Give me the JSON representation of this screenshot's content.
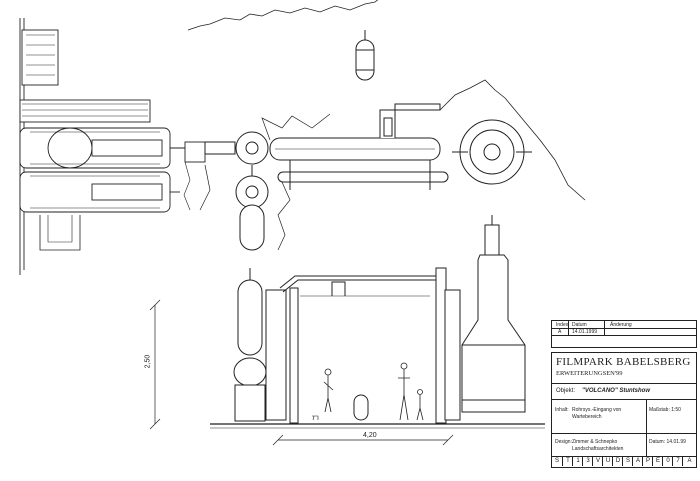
{
  "dimensions": {
    "height_label": "2,50",
    "width_label": "4,20"
  },
  "revision_table": {
    "headers": [
      "Index",
      "Datum",
      "Änderung"
    ],
    "rows": [
      [
        "A",
        "14.01.1999",
        ""
      ]
    ]
  },
  "title_block": {
    "project": "FILMPARK BABELSBERG",
    "subtitle": "ERWEITERUNGSEN'99",
    "object_label": "Objekt:",
    "object_value": "\"VOLCANO\" Stuntshow",
    "inhalt_label": "Inhalt:",
    "inhalt_value_1": "Rohrsys.-Eingang von",
    "inhalt_value_2": "Wartebereich",
    "massstab": "Maßstab: 1:50",
    "design_label": "Design:",
    "design_value_1": "Zimmer & Schnepko",
    "design_value_2": "Landschaftsarchitekten",
    "datum": "Datum: 14.01.99",
    "code_cells": [
      "S",
      "T",
      "1",
      "3",
      "V",
      "U",
      "D",
      "S",
      "A",
      "P",
      "E",
      "0",
      "7",
      "A"
    ]
  }
}
